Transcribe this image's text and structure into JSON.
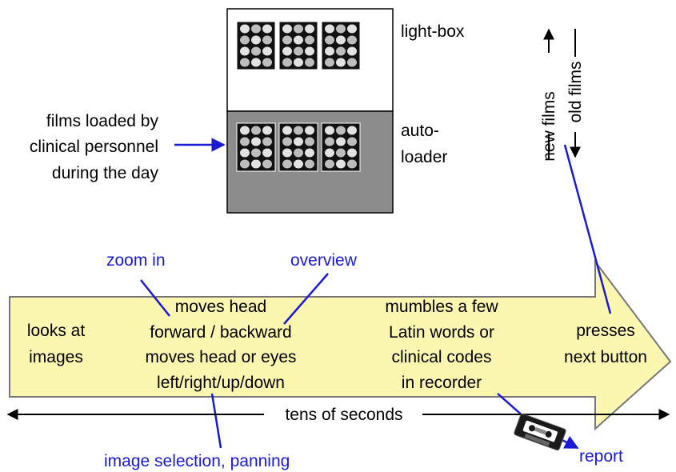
{
  "colors": {
    "arrow_fill": "#fbf6b0",
    "arrow_stroke": "#777777",
    "annotation_blue": "#1a1ad6",
    "lightbox_top": "#ffffff",
    "autoloader_gray": "#8c8c8c",
    "film": "#111111"
  },
  "lightbox": {
    "label": "light-box",
    "autoloader_label": [
      "auto-",
      "loader"
    ]
  },
  "films_loaded": [
    "films loaded by",
    "clinical personnel",
    "during the day"
  ],
  "vertical_labels": {
    "new_films": "new films",
    "old_films": "old films"
  },
  "annotations": {
    "zoom_in": "zoom in",
    "overview": "overview",
    "image_selection": "image selection, panning",
    "report": "report"
  },
  "steps": {
    "looks": [
      "looks at",
      "images"
    ],
    "moves": [
      "moves head",
      "forward / backward",
      "moves head or eyes",
      "left/right/up/down"
    ],
    "mumbles": [
      "mumbles a few",
      "Latin words or",
      "clinical codes",
      "in recorder"
    ],
    "presses": [
      "presses",
      "next button"
    ]
  },
  "timeline_label": "tens of seconds",
  "icons": {
    "recorder": "cassette-tape-icon"
  }
}
